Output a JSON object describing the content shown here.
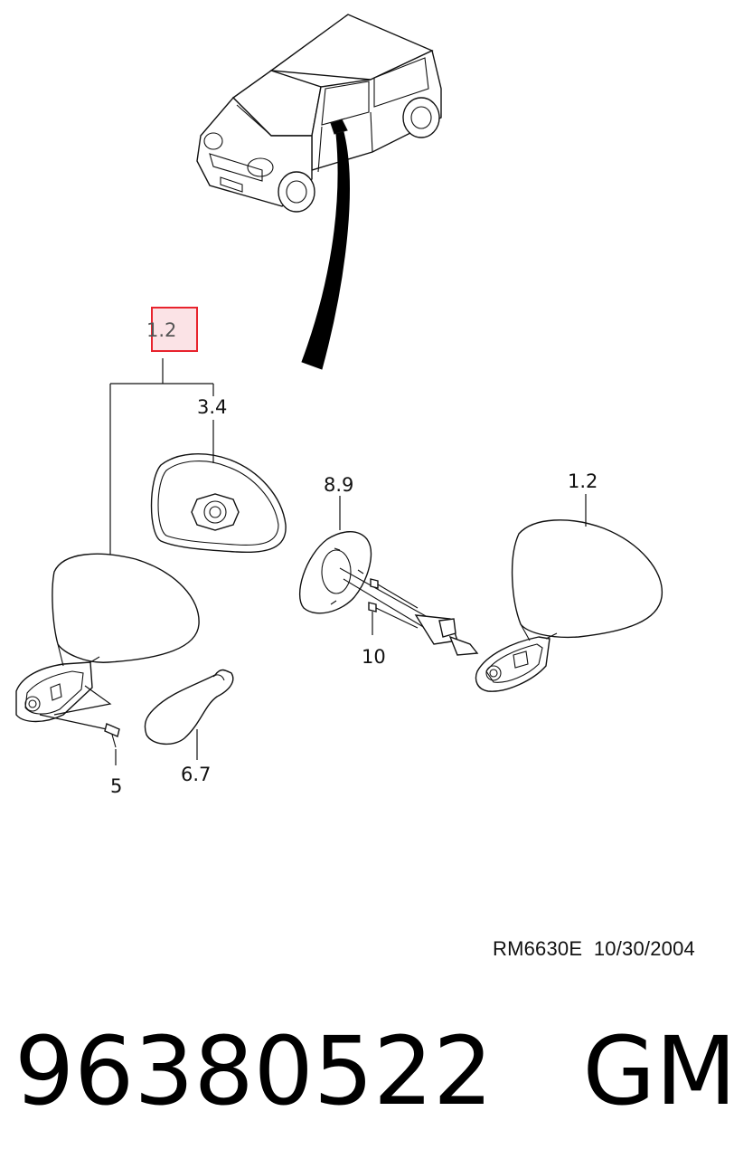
{
  "diagram": {
    "callouts": {
      "mirror_assembly_highlighted": "1.2",
      "mirror_glass": "3.4",
      "screw": "5",
      "cover": "6.7",
      "mount_plate": "8.9",
      "bolt": "10",
      "mirror_assembly": "1.2"
    },
    "highlight_color": "#e8232d",
    "highlight_fill": "#fbe3e6"
  },
  "footer": {
    "ref_code": "RM6630E",
    "date": "10/30/2004"
  },
  "part": {
    "number": "96380522",
    "brand": "GM"
  }
}
